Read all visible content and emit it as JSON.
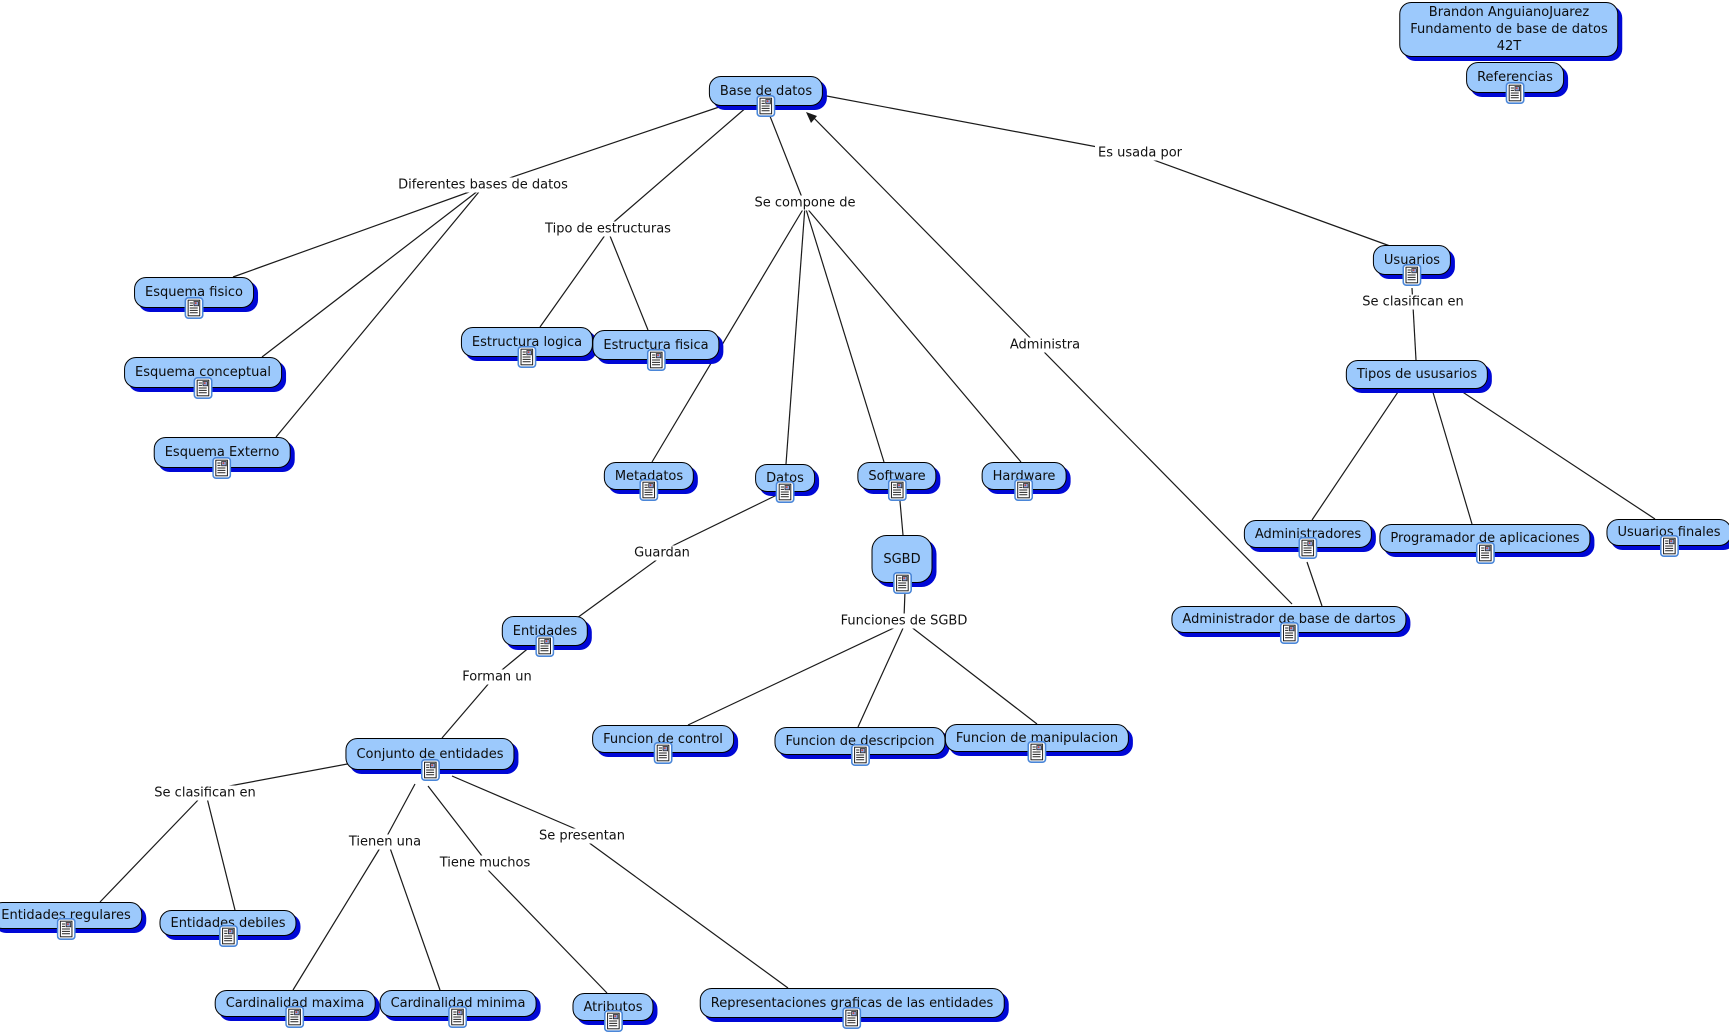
{
  "diagram_type": "concept-map",
  "colors": {
    "background": "#FFFFFF",
    "node_fill": "#9CC9FC",
    "node_border": "#000000",
    "node_shadow": "#0008D6",
    "line": "#1A1A1A",
    "label_text": "#111111",
    "icon_border": "#4A86D8"
  },
  "title_box": {
    "l1": "Brandon AnguianoJuarez",
    "l2": "Fundamento de base de datos",
    "l3": "42T"
  },
  "nodes": {
    "referencias": "Referencias",
    "base_de_datos": "Base de datos",
    "esquema_fisico": "Esquema fisico",
    "esquema_conceptual": "Esquema conceptual",
    "esquema_externo": "Esquema Externo",
    "estructura_logica": "Estructura logica",
    "estructura_fisica": "Estructura fisica",
    "metadatos": "Metadatos",
    "datos": "Datos",
    "software": "Software",
    "hardware": "Hardware",
    "sgbd": "SGBD",
    "funcion_de_control": "Funcion de control",
    "funcion_de_descripcion": "Funcion de descripcion",
    "funcion_de_manipulacion": "Funcion de manipulacion",
    "usuarios": "Usuarios",
    "tipos_de_ususarios": "Tipos de ususarios",
    "administradores": "Administradores",
    "programador_de_aplicaciones": "Programador de aplicaciones",
    "usuarios_finales": "Usuarios finales",
    "administrador_de_base_de_dartos": "Administrador de base de dartos",
    "entidades": "Entidades",
    "conjunto_de_entidades": "Conjunto de entidades",
    "entidades_regulares": "Entidades regulares",
    "entidades_debiles": "Entidades debiles",
    "cardinalidad_maxima": "Cardinalidad maxima",
    "cardinalidad_minima": "Cardinalidad minima",
    "atributos": "Atributos",
    "representaciones_graficas": "Representaciones graficas de las entidades"
  },
  "edge_labels": {
    "diferentes_bases": "Diferentes bases de datos",
    "tipo_de_estructuras": "Tipo de estructuras",
    "se_compone_de": "Se compone de",
    "es_usada_por": "Es usada por",
    "administra": "Administra",
    "se_clasifican_en_usuarios": "Se clasifican en",
    "guardan": "Guardan",
    "funciones_de_sgbd": "Funciones de SGBD",
    "forman_un": "Forman un",
    "se_clasifican_en_entidades": "Se clasifican en",
    "tienen_una": "Tienen una",
    "tiene_muchos": "Tiene muchos",
    "se_presentan": "Se presentan"
  },
  "relations": [
    {
      "from": "Base de datos",
      "label": "Diferentes bases de datos",
      "to": [
        "Esquema fisico",
        "Esquema conceptual",
        "Esquema Externo"
      ]
    },
    {
      "from": "Base de datos",
      "label": "Tipo de estructuras",
      "to": [
        "Estructura logica",
        "Estructura fisica"
      ]
    },
    {
      "from": "Base de datos",
      "label": "Se compone de",
      "to": [
        "Metadatos",
        "Datos",
        "Software",
        "Hardware"
      ]
    },
    {
      "from": "Base de datos",
      "label": "Es usada por",
      "to": [
        "Usuarios"
      ]
    },
    {
      "from": "Administrador de base de dartos",
      "label": "Administra",
      "to": [
        "Base de datos"
      ]
    },
    {
      "from": "Usuarios",
      "label": "Se clasifican en",
      "to": [
        "Tipos de ususarios"
      ]
    },
    {
      "from": "Tipos de ususarios",
      "label": "",
      "to": [
        "Administradores",
        "Programador de aplicaciones",
        "Usuarios finales"
      ]
    },
    {
      "from": "Administradores",
      "label": "",
      "to": [
        "Administrador de base de dartos"
      ]
    },
    {
      "from": "Datos",
      "label": "Guardan",
      "to": [
        "Entidades"
      ]
    },
    {
      "from": "Software",
      "label": "",
      "to": [
        "SGBD"
      ]
    },
    {
      "from": "SGBD",
      "label": "Funciones de SGBD",
      "to": [
        "Funcion de control",
        "Funcion de descripcion",
        "Funcion de manipulacion"
      ]
    },
    {
      "from": "Entidades",
      "label": "Forman un",
      "to": [
        "Conjunto de entidades"
      ]
    },
    {
      "from": "Conjunto de entidades",
      "label": "Se clasifican en",
      "to": [
        "Entidades regulares",
        "Entidades debiles"
      ]
    },
    {
      "from": "Conjunto de entidades",
      "label": "Tienen una",
      "to": [
        "Cardinalidad maxima",
        "Cardinalidad minima"
      ]
    },
    {
      "from": "Conjunto de entidades",
      "label": "Tiene muchos",
      "to": [
        "Atributos"
      ]
    },
    {
      "from": "Conjunto de entidades",
      "label": "Se presentan",
      "to": [
        "Representaciones graficas de las entidades"
      ]
    }
  ]
}
